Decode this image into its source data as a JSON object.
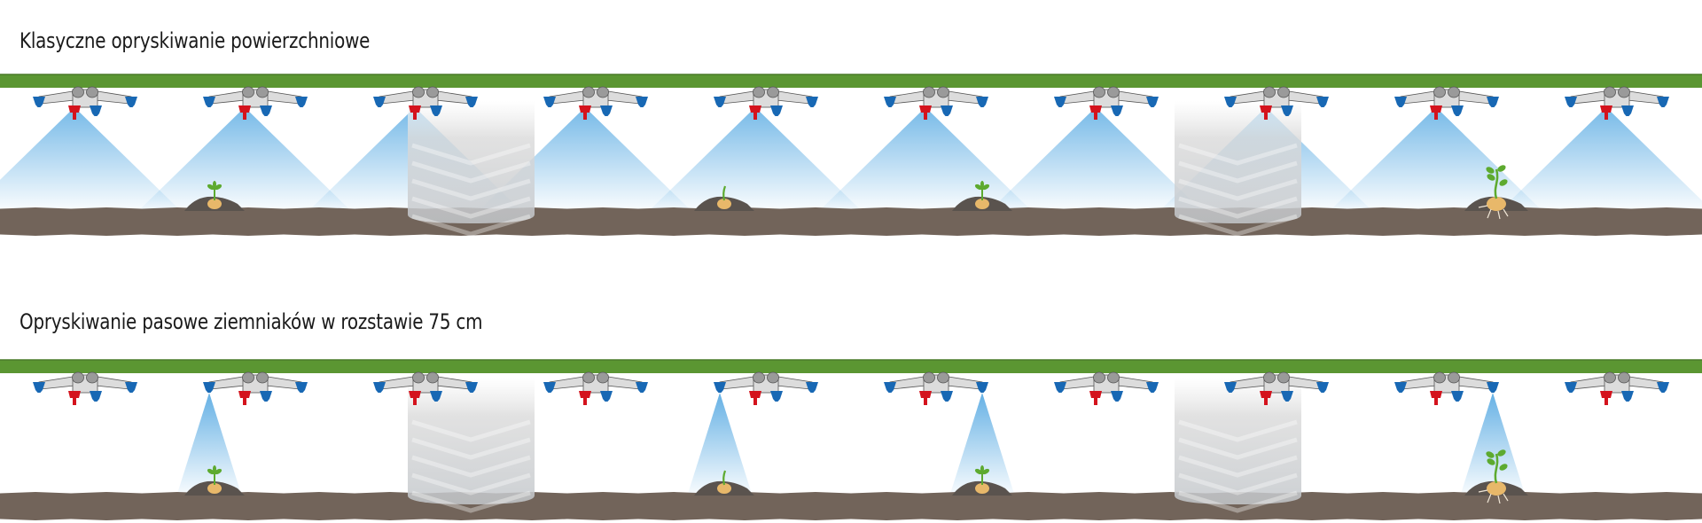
{
  "sections": [
    {
      "title": "Klasyczne opryskiwanie powierzchniowe",
      "mode": "broadcast",
      "active_nozzle": "center-red"
    },
    {
      "title": "Opryskiwanie pasowe ziemniaków w rozstawie 75 cm",
      "mode": "band",
      "active_nozzle": "outer-blue"
    }
  ],
  "colors": {
    "boom": "#5b9632",
    "soil": "#72645a",
    "mound": "#5a534e",
    "nozzle_red": "#d4131d",
    "nozzle_blue": "#1868b4",
    "spray": "#4aa3e0",
    "body_gray": "#dcdcdc",
    "joint_gray": "#9a9a9a",
    "tuber": "#e8b86a",
    "leaf": "#5daa2f"
  },
  "icons": {
    "nozzle_assembly": "nozzle-assembly-icon",
    "plant": "potato-plant-icon",
    "wheel": "tractor-wheel-icon"
  }
}
